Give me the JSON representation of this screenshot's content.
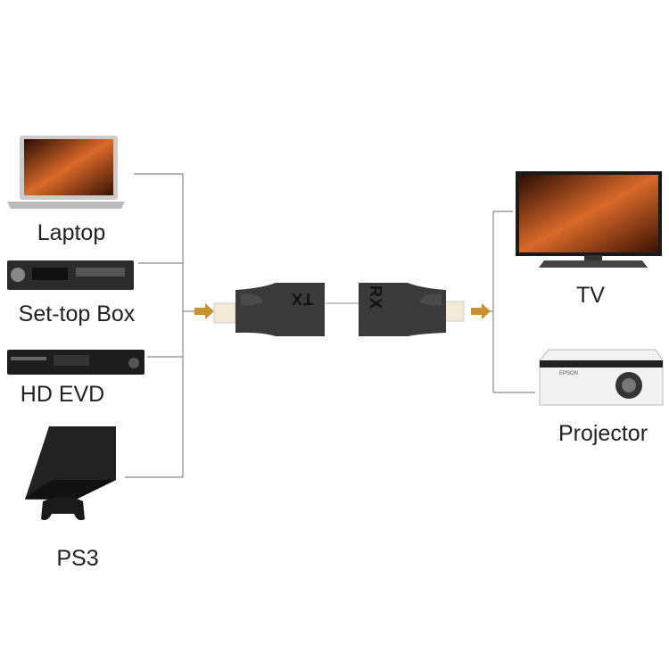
{
  "sources": [
    {
      "label": "Laptop",
      "icon": "laptop-icon"
    },
    {
      "label": "Set-top Box",
      "icon": "set-top-box-icon"
    },
    {
      "label": "HD EVD",
      "icon": "dvd-player-icon"
    },
    {
      "label": "PS3",
      "icon": "game-console-icon"
    }
  ],
  "transmitter": {
    "label": "TX"
  },
  "receiver": {
    "label": "RX"
  },
  "displays": [
    {
      "label": "TV",
      "icon": "tv-icon"
    },
    {
      "label": "Projector",
      "icon": "projector-icon"
    }
  ],
  "projector_brand": "EPSON",
  "colors": {
    "arrow": "#c8922e",
    "line": "#888888",
    "adapter": "#3a3a3a"
  }
}
